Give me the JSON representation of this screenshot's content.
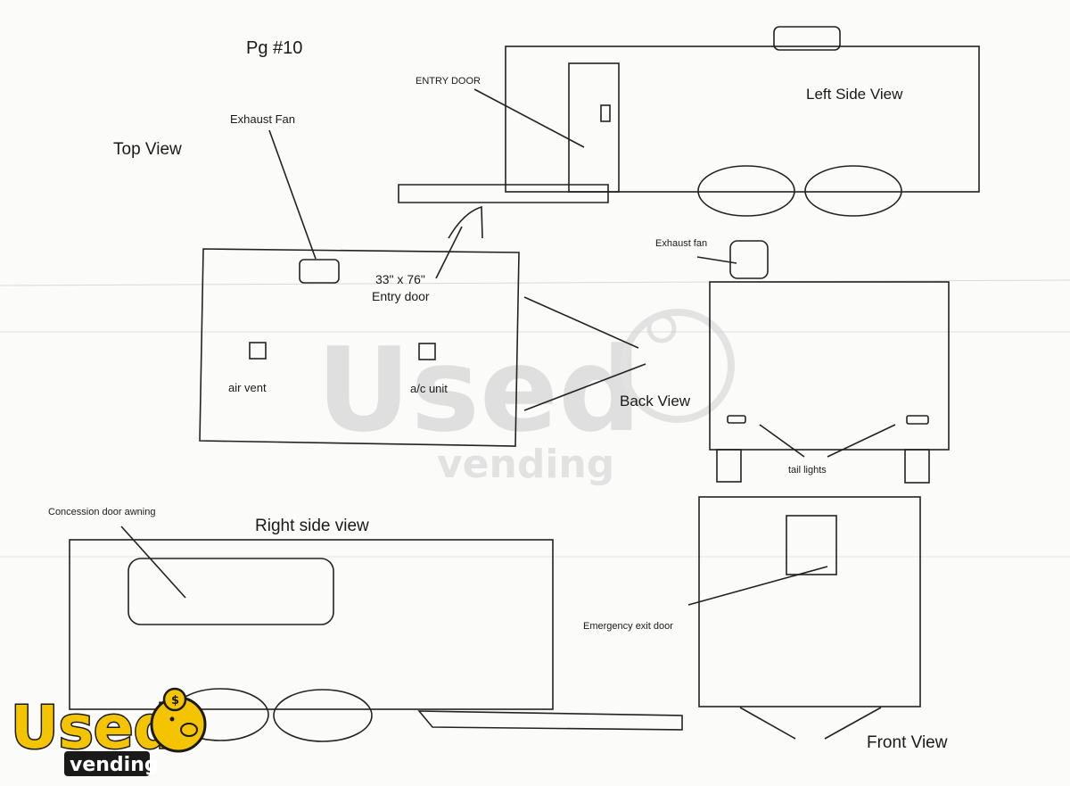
{
  "page_label": "Pg #10",
  "views": {
    "top": {
      "title": "Top View",
      "exhaust_fan": "Exhaust Fan",
      "door_size": "33\" x 76\"",
      "door_label": "Entry door",
      "air_vent": "air vent",
      "ac_unit": "a/c unit"
    },
    "left_side": {
      "title": "Left Side View",
      "entry_door": "ENTRY DOOR"
    },
    "back": {
      "title": "Back View",
      "exhaust_fan": "Exhaust fan",
      "tail_lights": "tail lights"
    },
    "right_side": {
      "title": "Right side view",
      "awning": "Concession door awning"
    },
    "front": {
      "title": "Front View",
      "emergency_exit": "Emergency exit door"
    }
  },
  "watermark": {
    "word1": "Used",
    "word2": "vending"
  },
  "logo": {
    "word1": "Used",
    "word2": "vending"
  },
  "colors": {
    "line": "#222222",
    "logo_yellow": "#f5c400",
    "logo_dark": "#1a1a1a",
    "watermark": "#c8c8c8"
  }
}
